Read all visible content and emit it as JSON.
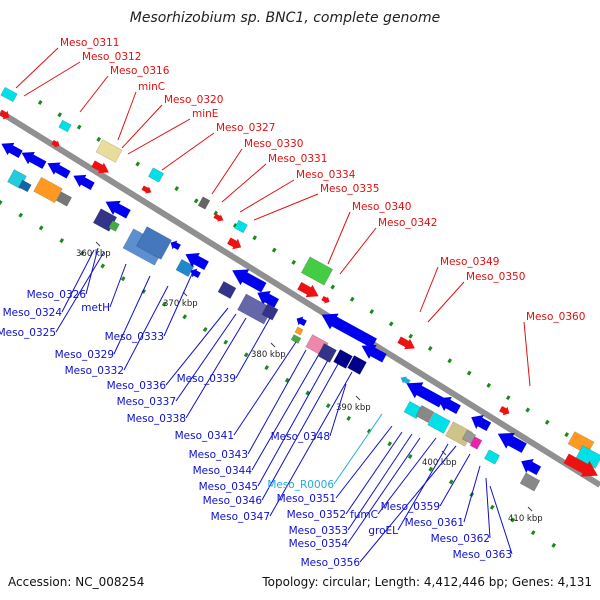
{
  "title": "Mesorhizobium sp. BNC1, complete genome",
  "footer": {
    "accession": "Accession: NC_008254",
    "summary": "Topology: circular; Length: 4,412,446 bp; Genes: 4,131"
  },
  "colors": {
    "forward_label": "#e01010",
    "reverse_label": "#1010cc",
    "rna_label": "#22aadd",
    "backbone": "#909090",
    "gc_tick": "#1a8a1a"
  },
  "scale": [
    "360 kbp",
    "370 kbp",
    "380 kbp",
    "390 kbp",
    "400 kbp",
    "410 kbp"
  ],
  "labels_top": [
    "Meso_0311",
    "Meso_0312",
    "Meso_0316",
    "minC",
    "Meso_0320",
    "minE",
    "Meso_0327",
    "Meso_0330",
    "Meso_0331",
    "Meso_0334",
    "Meso_0335",
    "Meso_0340",
    "Meso_0342",
    "Meso_0349",
    "Meso_0350",
    "Meso_0360"
  ],
  "labels_bottom": [
    "Meso_0326",
    "Meso_0324",
    "Meso_0325",
    "metH",
    "Meso_0329",
    "Meso_0332",
    "Meso_0333",
    "Meso_0336",
    "Meso_0337",
    "Meso_0338",
    "Meso_0339",
    "Meso_0341",
    "Meso_0343",
    "Meso_0344",
    "Meso_0345",
    "Meso_0346",
    "Meso_0347",
    "Meso_R0006",
    "Meso_0348",
    "Meso_0351",
    "Meso_0352",
    "Meso_0353",
    "Meso_0354",
    "Meso_0356",
    "fumC",
    "groEL",
    "Meso_0359",
    "Meso_0361",
    "Meso_0362",
    "Meso_0363"
  ]
}
